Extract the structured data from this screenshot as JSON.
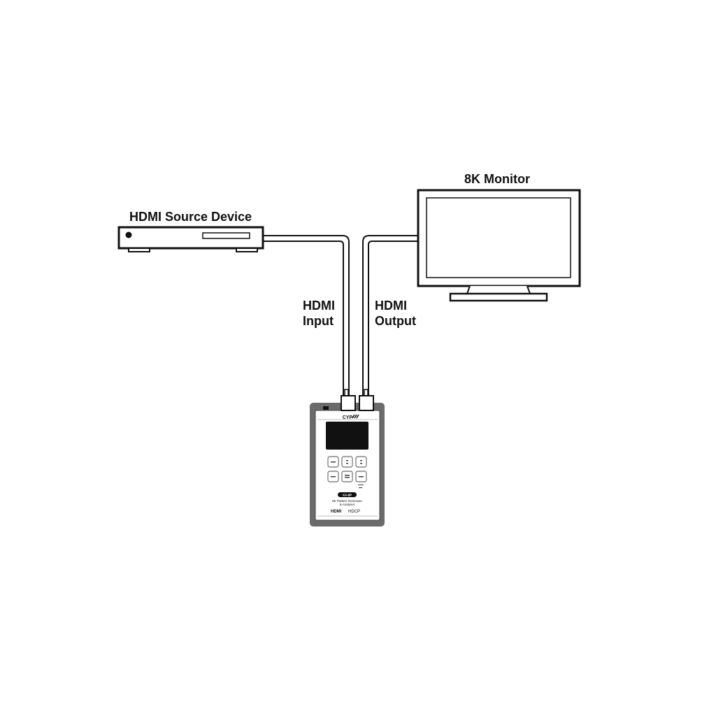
{
  "labels": {
    "source_device": "HDMI Source Device",
    "monitor": "8K Monitor",
    "hdmi_input_line1": "HDMI",
    "hdmi_input_line2": "Input",
    "hdmi_output_line1": "HDMI",
    "hdmi_output_line2": "Output"
  },
  "analyzer": {
    "brand": "CYP",
    "model": "XA-8P",
    "description_line1": "8K Pattern Generator",
    "description_line2": "& Analyser",
    "logo_hdmi": "HDMI",
    "logo_hdcp": "HDCP"
  },
  "colors": {
    "line": "#111111",
    "body": "#ffffff",
    "analyzer_case": "#6b6b6b",
    "screen": "#111111"
  }
}
